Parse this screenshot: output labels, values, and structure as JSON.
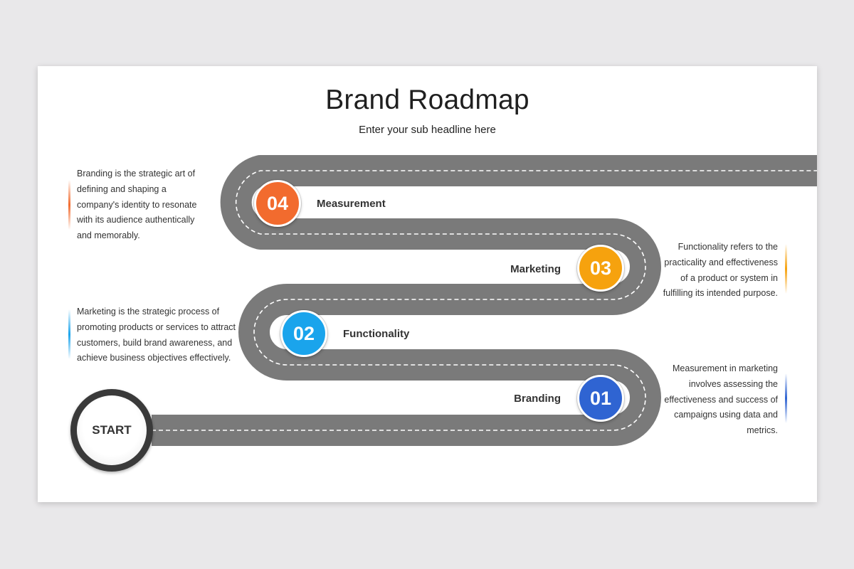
{
  "title": "Brand Roadmap",
  "subtitle": "Enter your sub headline here",
  "start_label": "START",
  "colors": {
    "road": "#7a7a7a",
    "lane": "#ffffff",
    "orange": "#f26b2e",
    "amber": "#f6a20e",
    "sky": "#1aa4ec",
    "blue": "#2f64d2"
  },
  "steps": [
    {
      "number": "01",
      "label": "Branding",
      "color": "#2f64d2"
    },
    {
      "number": "02",
      "label": "Functionality",
      "color": "#1aa4ec"
    },
    {
      "number": "03",
      "label": "Marketing",
      "color": "#f6a20e"
    },
    {
      "number": "04",
      "label": "Measurement",
      "color": "#f26b2e"
    }
  ],
  "descriptions": {
    "left_top": [
      "Branding is the strategic art of",
      "defining and shaping a",
      "company's identity to resonate",
      "with its audience authentically",
      "and memorably."
    ],
    "left_bottom": [
      "Marketing is the strategic process of",
      "promoting products or services to attract",
      "customers, build brand awareness, and",
      "achieve business objectives effectively."
    ],
    "right_top": [
      "Functionality refers to the",
      "practicality and effectiveness",
      "of a product or system in",
      "fulfilling its intended purpose."
    ],
    "right_bottom": [
      "Measurement in marketing",
      "involves assessing the",
      "effectiveness  and success of",
      "campaigns using data and",
      "metrics."
    ]
  }
}
